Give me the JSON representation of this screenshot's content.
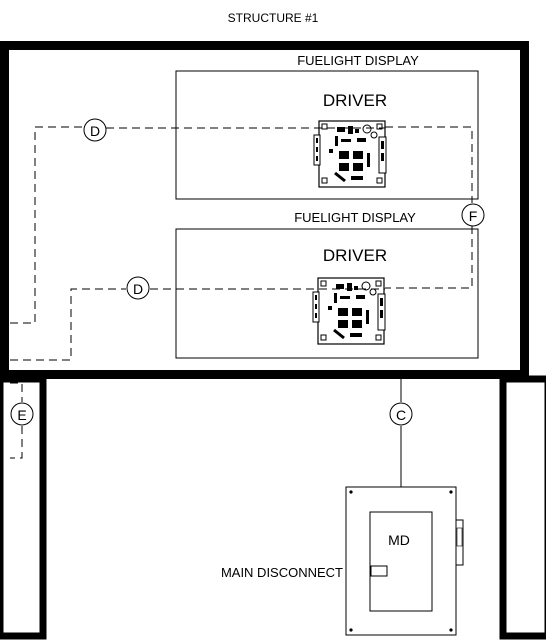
{
  "title": "STRUCTURE #1",
  "displays": [
    {
      "label": "FUELIGHT DISPLAY",
      "driver": "DRIVER"
    },
    {
      "label": "FUELIGHT DISPLAY",
      "driver": "DRIVER"
    }
  ],
  "circuits": {
    "d1": "D",
    "d2": "D",
    "f": "F",
    "e": "E",
    "c": "C"
  },
  "disconnect": {
    "label": "MAIN DISCONNECT",
    "code": "MD"
  }
}
